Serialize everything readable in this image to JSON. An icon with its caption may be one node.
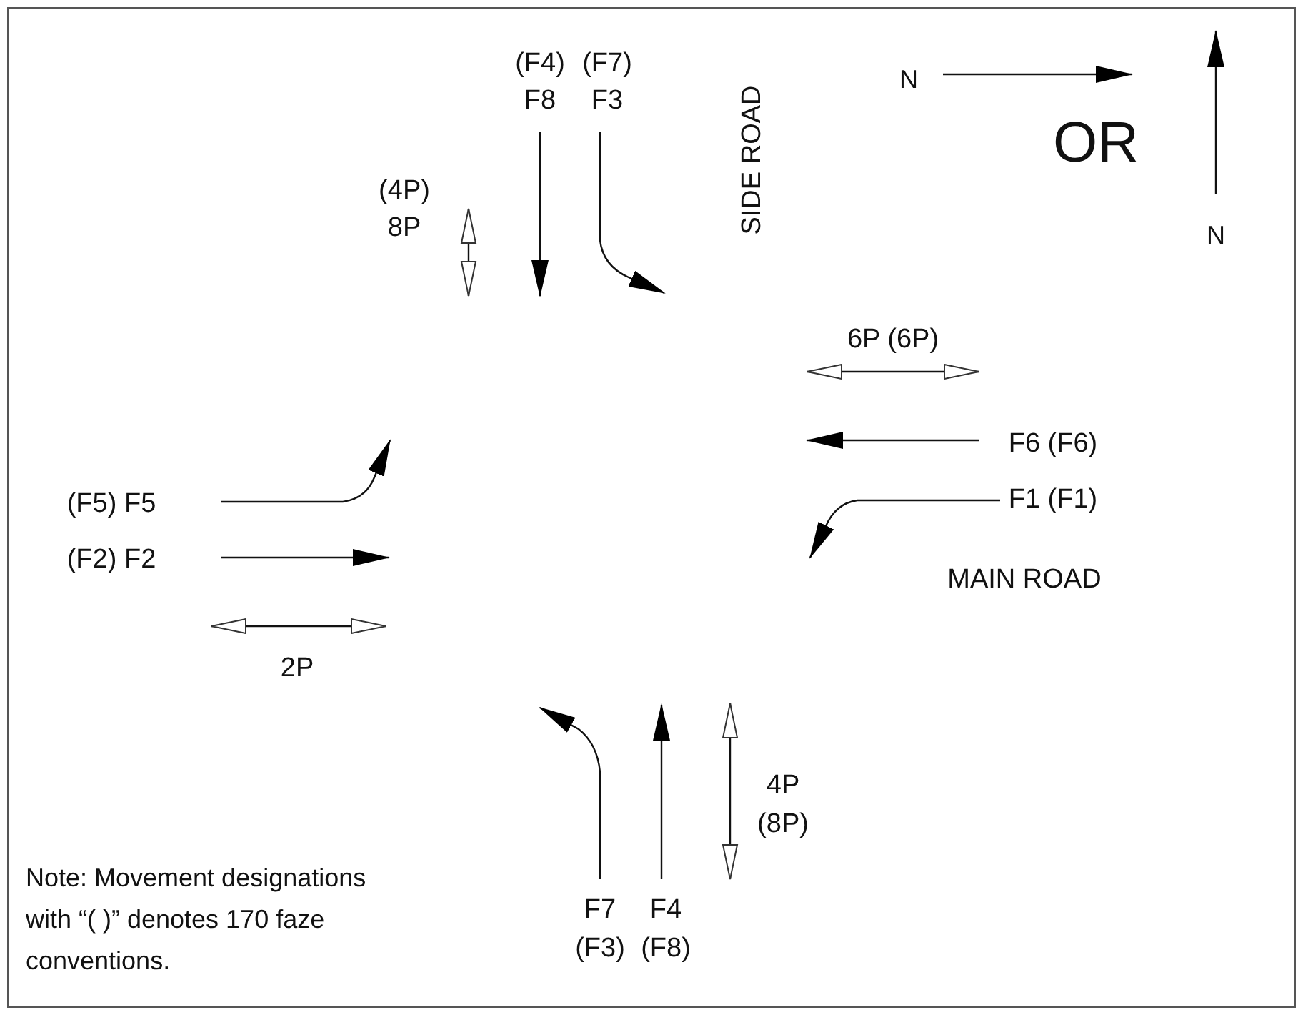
{
  "diagram": {
    "labels": [
      "(F4)",
      "(F7)",
      "F8",
      "F3",
      "SIDE ROAD",
      "N",
      "OR",
      "(4P)",
      "8P",
      "N",
      "6P (6P)",
      "F6 (F6)",
      "(F5) F5",
      "F1 (F1)",
      "(F2) F2",
      "MAIN ROAD",
      "2P",
      "4P",
      "(8P)",
      "Note: Movement designations with “( )” denotes 170 faze conventions.",
      "F7",
      "F4",
      "(F3)",
      "(F8)"
    ]
  }
}
